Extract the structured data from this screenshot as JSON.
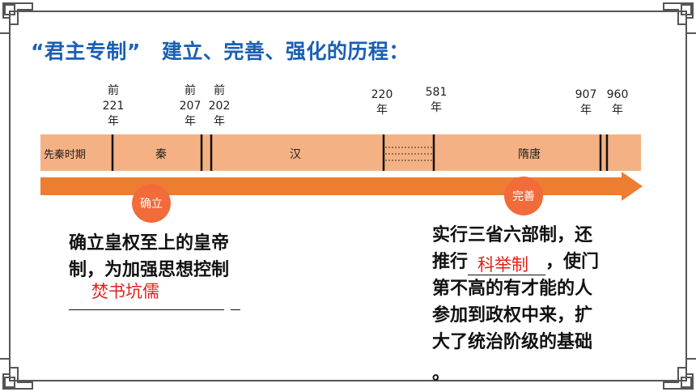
{
  "title": {
    "part1": "“君主专制”",
    "part2": "建立、完善、强化的历程："
  },
  "dates": [
    {
      "key": "d221",
      "line1": "前",
      "line2": "221",
      "line3": "年"
    },
    {
      "key": "d207",
      "line1": "前",
      "line2": "207",
      "line3": "年"
    },
    {
      "key": "d202",
      "line1": "前",
      "line2": "202",
      "line3": "年"
    },
    {
      "key": "d220",
      "line1": "220",
      "line2": "年"
    },
    {
      "key": "d581",
      "line1": "581",
      "line2": "年"
    },
    {
      "key": "d907",
      "line1": "907",
      "line2": "年"
    },
    {
      "key": "d960",
      "line1": "960",
      "line2": "年"
    }
  ],
  "periods": [
    "先秦时期",
    "秦",
    "汉",
    "隋唐"
  ],
  "stages": {
    "established": "确立",
    "perfected": "完善"
  },
  "left_text": {
    "line1": "确立皇权至上的皇帝",
    "line2": "制，为加强思想控制",
    "answer": "焚书坑儒"
  },
  "right_text": {
    "line1": "实行三省六部制，还",
    "line2_pre": "推行",
    "answer": "科举制",
    "line2_post": "，使门",
    "line3": "第不高的有才能的人",
    "line4": "参加到政权中来，扩",
    "line5": "大了统治阶级的基础",
    "line6": "。"
  },
  "colors": {
    "title": "#1a5fb4",
    "bar": "#f4b183",
    "arrow": "#ed7d31",
    "badge": "#f26b3a",
    "answer": "#e0201a",
    "frame": "#555555"
  }
}
